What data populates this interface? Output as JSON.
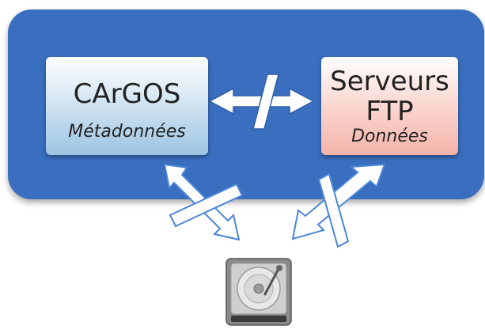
{
  "diagram": {
    "cargos": {
      "title": "CArGOS",
      "subtitle": "Métadonnées",
      "fill": "#bcd7ec"
    },
    "ftp": {
      "title": "Serveurs\nFTP",
      "subtitle": "Données",
      "fill": "#f8c8c0"
    },
    "panel_color": "#3a6fc0",
    "arrow_color": "#ffffff",
    "arrow_outline_color": "#4a86d8",
    "edges": [
      {
        "from": "CArGOS",
        "to": "Serveurs FTP",
        "bidirectional": true,
        "crossed": true
      },
      {
        "from": "CArGOS",
        "to": "hard-drive",
        "bidirectional": true,
        "crossed": true
      },
      {
        "from": "Serveurs FTP",
        "to": "hard-drive",
        "bidirectional": true,
        "crossed": true
      }
    ],
    "storage_icon": "hard-drive-icon"
  }
}
